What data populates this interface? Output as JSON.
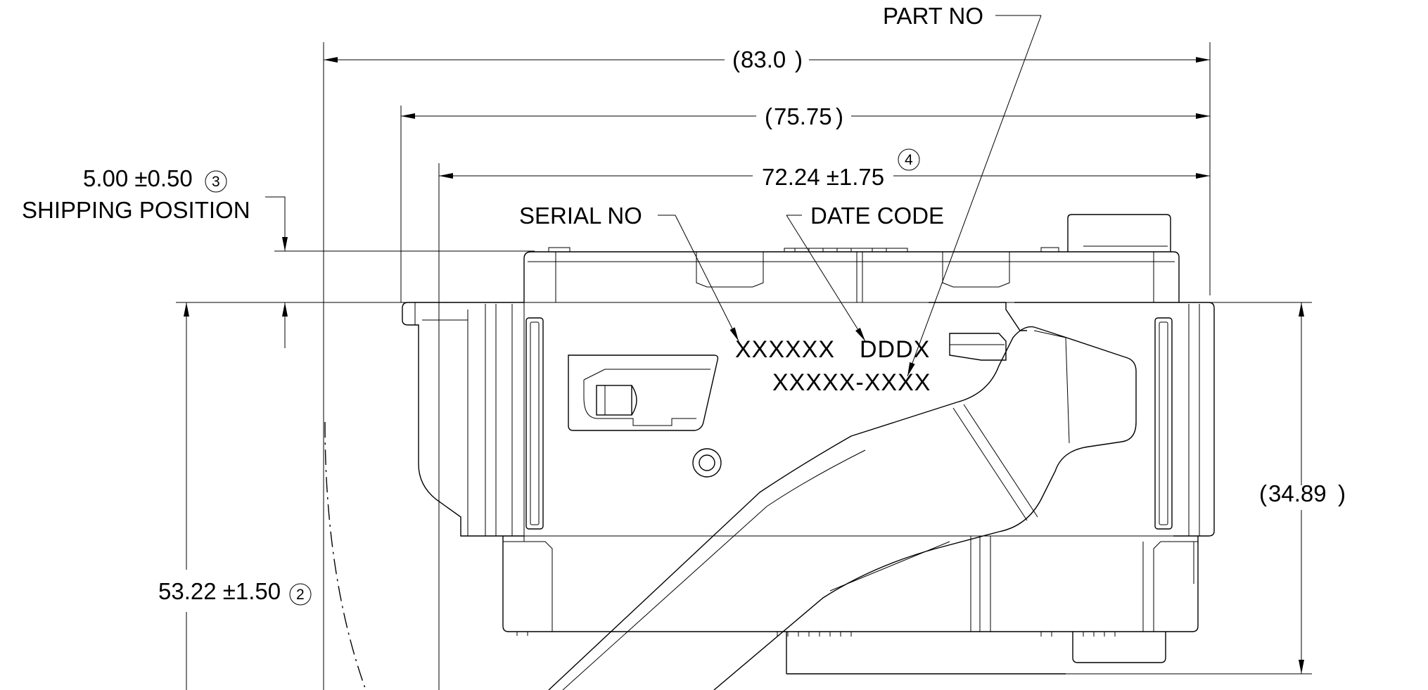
{
  "dimensions": {
    "overall_width": {
      "value": "83.0",
      "paren_open": "(",
      "paren_close": ")"
    },
    "outer_width": {
      "value": "75.75",
      "paren_open": "(",
      "paren_close": ")"
    },
    "body_width": {
      "value": "72.24 ±1.75",
      "note": "4"
    },
    "height_right": {
      "value": "34.89",
      "paren_open": "(",
      "paren_close": ")"
    },
    "height_left": {
      "value": "53.22 ±1.50",
      "note": "2"
    },
    "shipping_offset": {
      "value": "5.00 ±0.50",
      "note": "3"
    }
  },
  "labels": {
    "shipping_position": "SHIPPING POSITION",
    "part_no": "PART NO",
    "serial_no": "SERIAL NO",
    "date_code": "DATE CODE"
  },
  "markings": {
    "serial": "XXXXXX",
    "date": "DDDX",
    "part": "XXXXX-XXXX"
  }
}
